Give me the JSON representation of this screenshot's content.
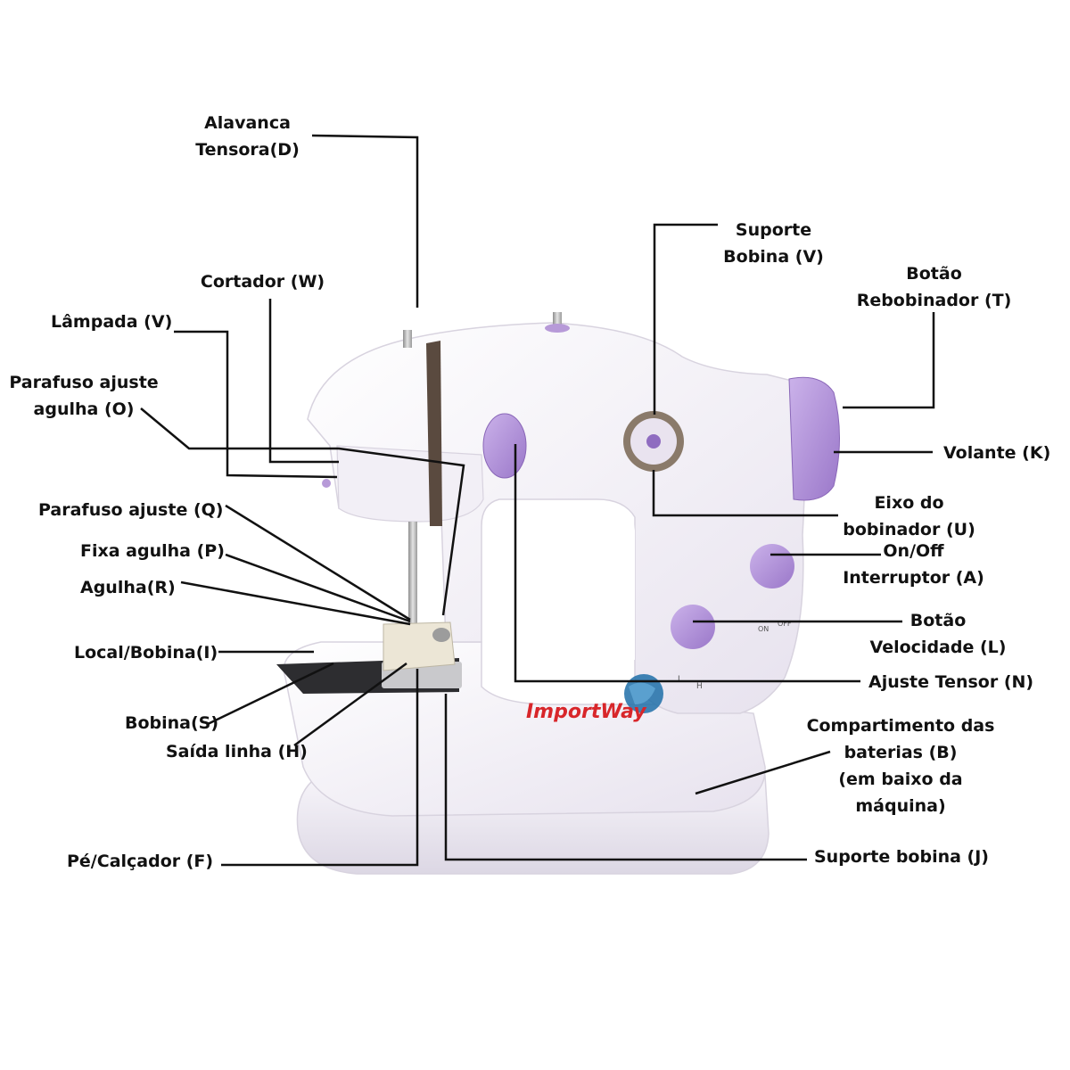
{
  "brand": {
    "name": "ImportWay",
    "text_color": "#d8262a",
    "globe_color": "#1f6fa8"
  },
  "colors": {
    "body": "#f4f1f7",
    "accent": "#b79ad8",
    "accent_dark": "#8f6cc0",
    "metal": "#b9b9b9",
    "line": "#111111"
  },
  "labels": {
    "alavanca": {
      "line1": "Alavanca",
      "line2": "Tensora(D)"
    },
    "cortador": {
      "line1": "Cortador (W)"
    },
    "lampada": {
      "line1": "Lâmpada (V)"
    },
    "parafuso_agulha": {
      "line1": "Parafuso ajuste",
      "line2": "agulha (O)"
    },
    "parafuso_q": {
      "line1": "Parafuso ajuste (Q)"
    },
    "fixa_agulha": {
      "line1": "Fixa agulha (P)"
    },
    "agulha": {
      "line1": "Agulha(R)"
    },
    "local_bobina": {
      "line1": "Local/Bobina(I)"
    },
    "bobina_s": {
      "line1": "Bobina(S)"
    },
    "saida_linha": {
      "line1": "Saída linha (H)"
    },
    "pe_calcador": {
      "line1": "Pé/Calçador (F)"
    },
    "suporte_bobina_v": {
      "line1": "Suporte",
      "line2": "Bobina (V)"
    },
    "botao_rebobinador": {
      "line1": "Botão",
      "line2": "Rebobinador (T)"
    },
    "volante": {
      "line1": "Volante (K)"
    },
    "eixo_bobinador": {
      "line1": "Eixo do",
      "line2": "bobinador (U)"
    },
    "onoff": {
      "line1": "On/Off",
      "line2": "Interruptor (A)"
    },
    "botao_velocidade": {
      "line1": "Botão",
      "line2": "Velocidade (L)"
    },
    "ajuste_tensor": {
      "line1": "Ajuste Tensor (N)"
    },
    "compartimento": {
      "line1": "Compartimento das",
      "line2": "baterias (B)",
      "line3": "(em baixo da",
      "line4": "máquina)"
    },
    "suporte_bobina_j": {
      "line1": "Suporte bobina (J)"
    }
  },
  "switch_marks": {
    "on": "ON",
    "off": "OFF",
    "low": "L",
    "high": "H"
  }
}
